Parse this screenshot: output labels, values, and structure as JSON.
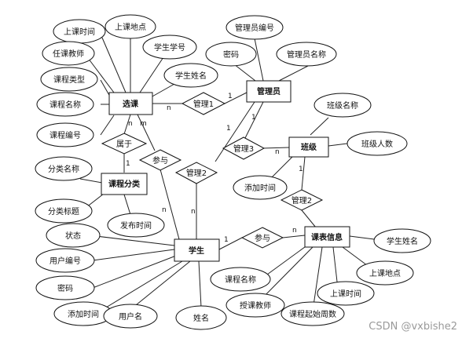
{
  "entities": {
    "course_select": "选课",
    "admin": "管理员",
    "course_category": "课程分类",
    "student": "学生",
    "class_grade": "班级",
    "schedule_info": "课表信息"
  },
  "attributes": {
    "cs_time": "上课时间",
    "cs_place": "上课地点",
    "cs_teacher": "任课教师",
    "cs_student_no": "学生学号",
    "cs_type": "课程类型",
    "cs_student_name": "学生姓名",
    "cs_course_name": "课程名称",
    "cs_course_no": "课程编号",
    "ad_no": "管理员编号",
    "ad_password": "密码",
    "ad_name": "管理员名称",
    "cat_name": "分类名称",
    "cat_title": "分类标题",
    "cat_time": "发布时间",
    "cls_name": "班级名称",
    "cls_count": "班级人数",
    "cls_added": "添加时间",
    "st_status": "状态",
    "st_user_no": "用户编号",
    "st_password": "密码",
    "st_added": "添加时间",
    "st_username": "用户名",
    "st_name": "姓名",
    "sc_student_name": "学生姓名",
    "sc_course_name": "课程名称",
    "sc_place": "上课地点",
    "sc_teacher": "授课教师",
    "sc_time": "上课时间",
    "sc_weeks": "课程起始周数"
  },
  "relations": {
    "manage1": "管理1",
    "belongs": "属于",
    "participate1": "参与",
    "manage2a": "管理2",
    "manage3": "管理3",
    "manage2b": "管理2",
    "participate2": "参与"
  },
  "cardinality": {
    "n": "n",
    "one": "1",
    "m": "m"
  },
  "watermark": "CSDN @vxbishe2"
}
